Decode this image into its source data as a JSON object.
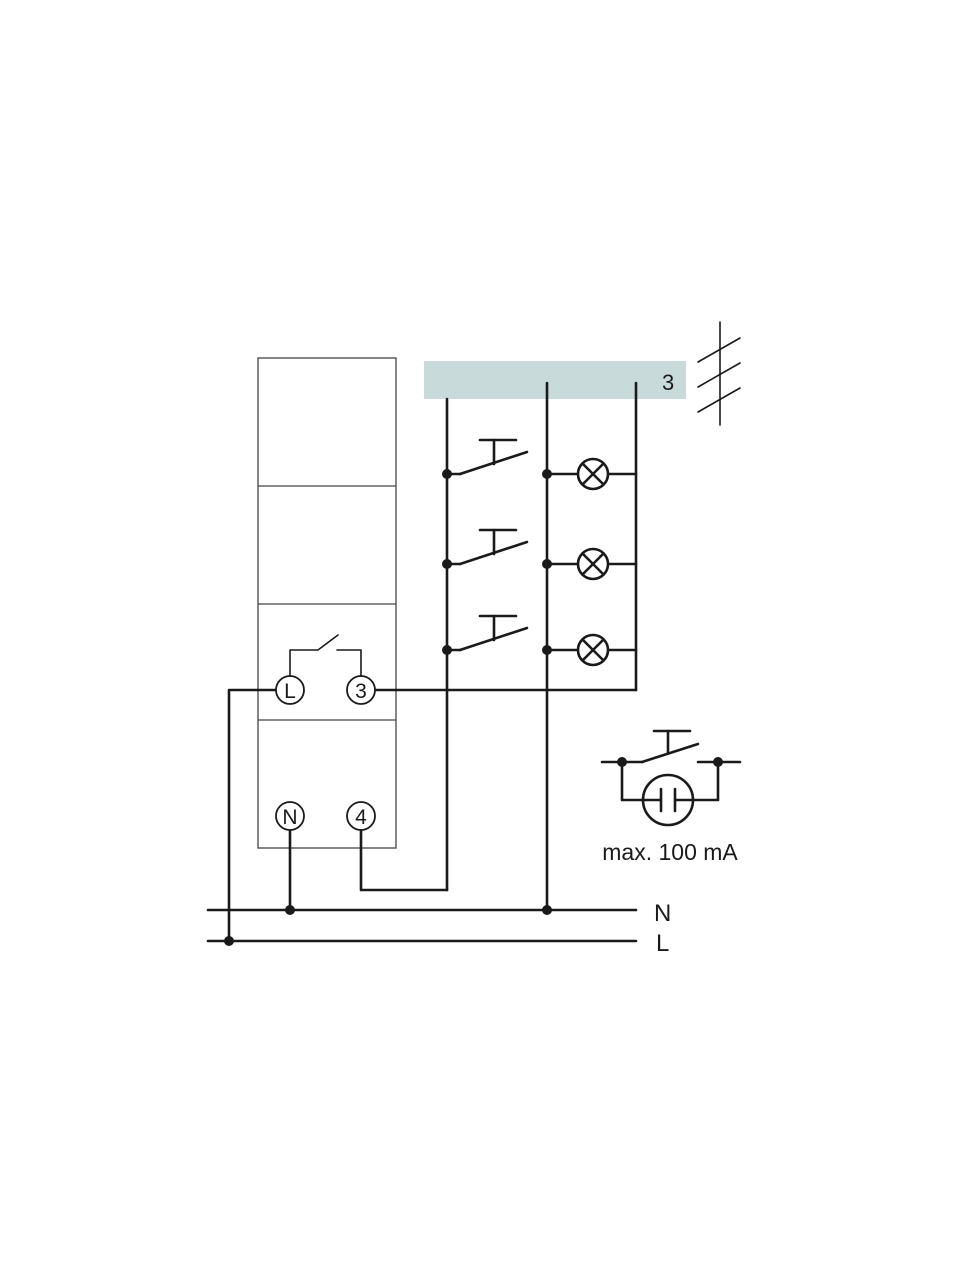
{
  "colors": {
    "ink": "#1a1a1a",
    "bus_band": "#c9dadb",
    "background": "#ffffff"
  },
  "device": {
    "terminals": {
      "L": "L",
      "three": "3",
      "N": "N",
      "four": "4"
    }
  },
  "bus": {
    "wire_count": "3"
  },
  "mains": {
    "neutral_label": "N",
    "line_label": "L"
  },
  "legend": {
    "max_current": "max. 100 mA"
  },
  "icons": {
    "pushbutton": "pushbutton-icon",
    "lamp": "lamp-icon",
    "glow_lamp": "glow-lamp-icon"
  }
}
